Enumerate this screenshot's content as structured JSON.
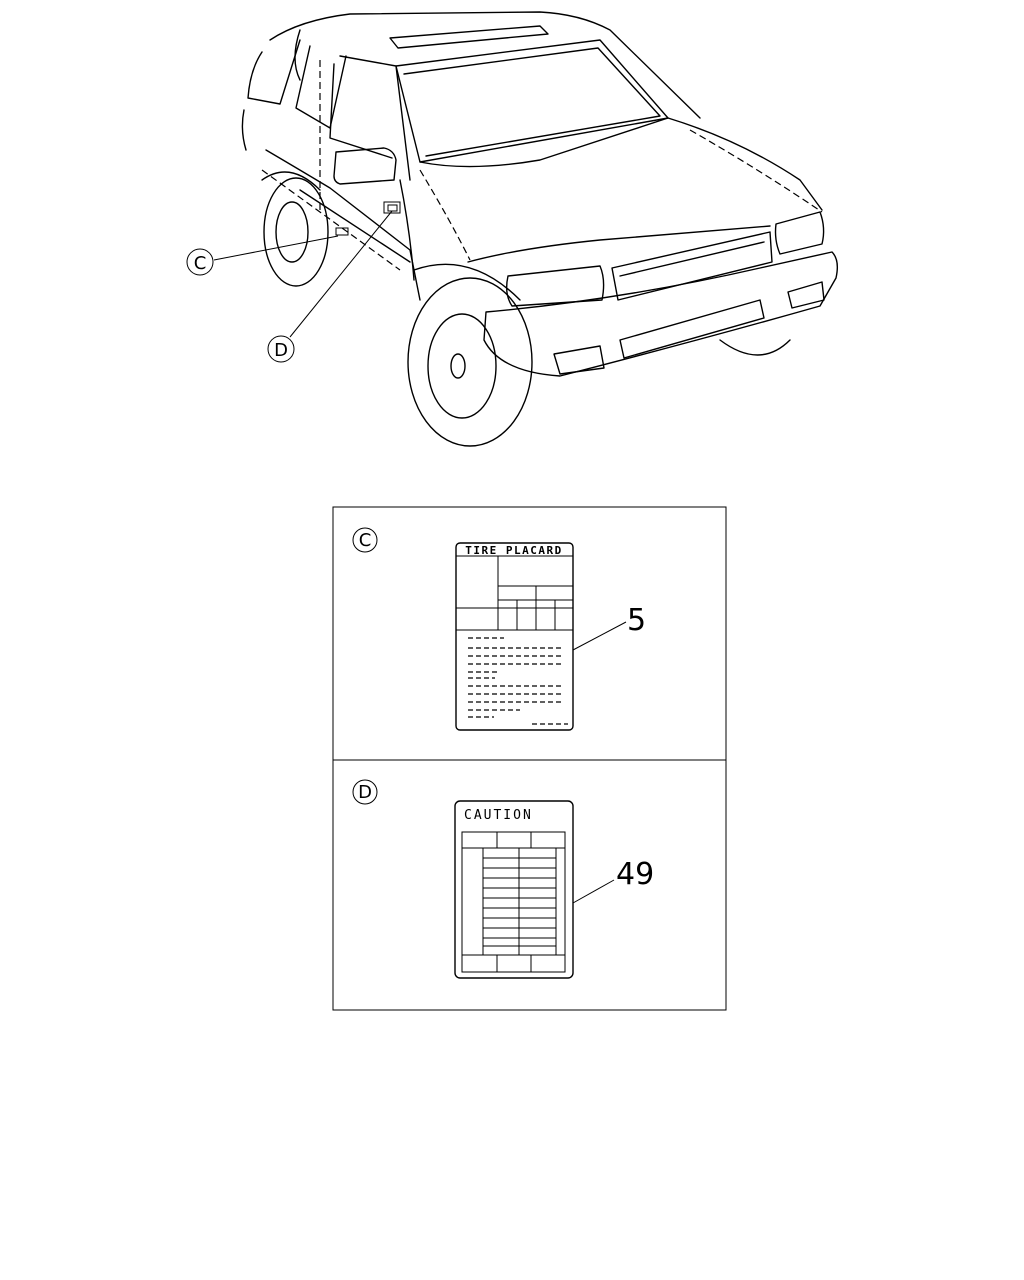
{
  "vehicle_callouts": {
    "c": "C",
    "d": "D"
  },
  "panel_c": {
    "callout": "C",
    "label_title": "TIRE PLACARD",
    "part_number": "5"
  },
  "panel_d": {
    "callout": "D",
    "label_title": "CAUTION",
    "part_number": "49"
  }
}
